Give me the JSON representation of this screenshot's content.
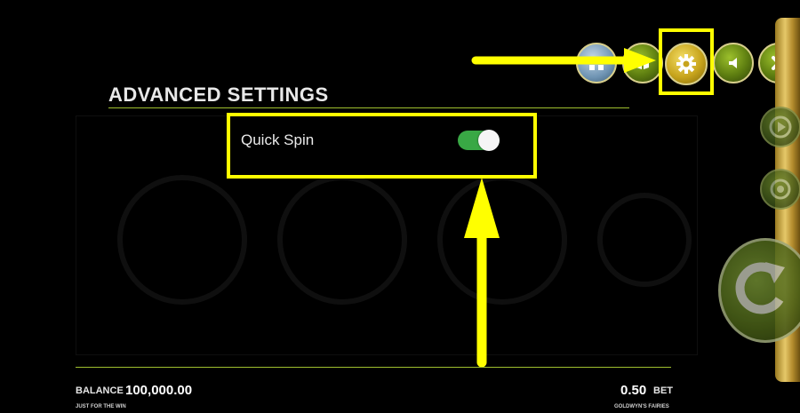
{
  "settings": {
    "title": "ADVANCED SETTINGS",
    "quick_spin": {
      "label": "Quick Spin",
      "enabled": true
    }
  },
  "top_buttons": [
    {
      "name": "paytable",
      "icon": "grid-icon"
    },
    {
      "name": "history",
      "icon": "book-icon"
    },
    {
      "name": "settings",
      "icon": "gear-icon"
    },
    {
      "name": "sound",
      "icon": "speaker-icon"
    },
    {
      "name": "close",
      "icon": "close-icon"
    }
  ],
  "footer": {
    "balance_label": "BALANCE",
    "balance_value": "100,000.00",
    "tagline": "JUST FOR THE WIN",
    "bet_value": "0.50",
    "bet_label": "BET",
    "game_name": "GOLDWYN'S FAIRIES"
  },
  "colors": {
    "accent_line": "#9fbf2f",
    "toggle_on": "#39a845",
    "highlight": "#ffff00"
  }
}
